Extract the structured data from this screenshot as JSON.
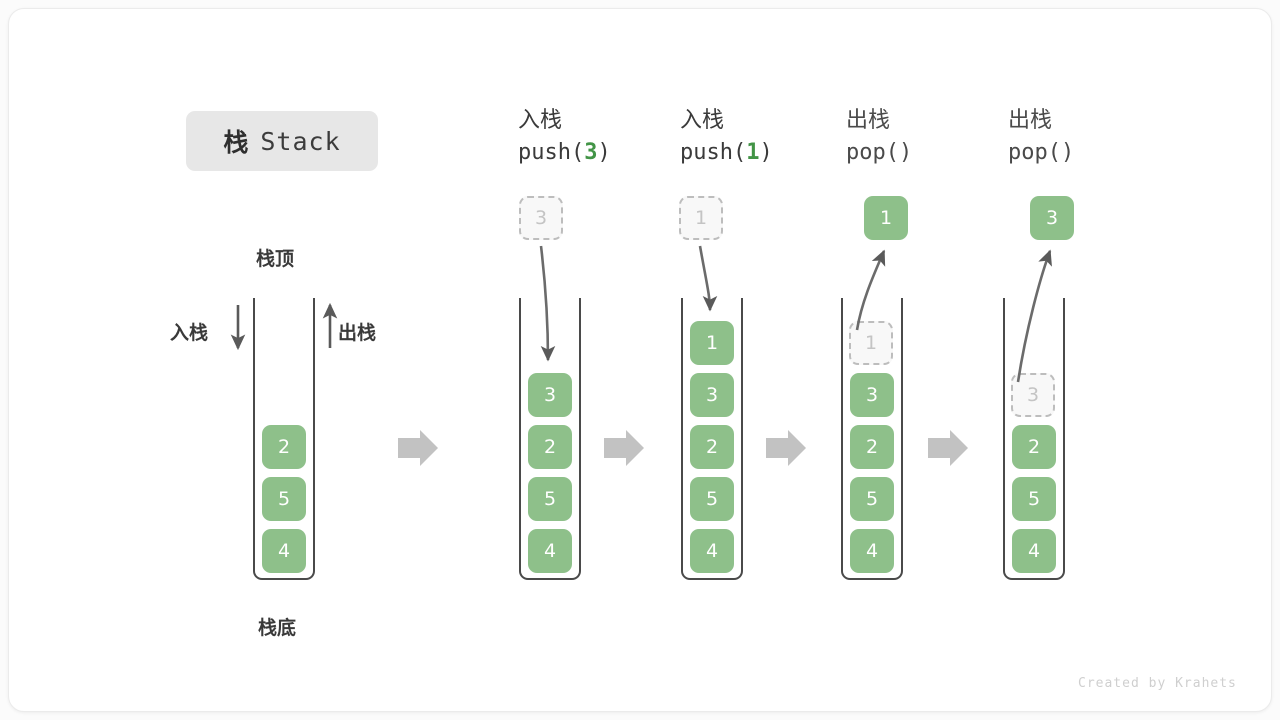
{
  "title": {
    "cn": "栈",
    "en": "Stack"
  },
  "labels": {
    "top": "栈顶",
    "bottom": "栈底",
    "push_side": "入栈",
    "pop_side": "出栈"
  },
  "colors": {
    "element_green": "#8ec08a",
    "accent_green": "#429446",
    "ghost_fill": "#f8f8f8",
    "ghost_border": "#bdbdbd",
    "outline": "#4a4a4a",
    "flow_arrow": "#c2c2c2",
    "badge_bg": "#e7e7e7",
    "watermark": "#cfcfcf"
  },
  "columns": [
    {
      "id": "initial",
      "head_line1": "",
      "head_line2": "",
      "head_arg": "",
      "stack": [
        "2",
        "5",
        "4"
      ],
      "ghost_in_stack": null,
      "floating": null,
      "floating_kind": null
    },
    {
      "id": "push-3",
      "head_line1": "入栈",
      "head_line2_pre": "push(",
      "head_arg": "3",
      "head_line2_post": ")",
      "stack": [
        "3",
        "2",
        "5",
        "4"
      ],
      "ghost_in_stack": null,
      "floating": "3",
      "floating_kind": "ghost"
    },
    {
      "id": "push-1",
      "head_line1": "入栈",
      "head_line2_pre": "push(",
      "head_arg": "1",
      "head_line2_post": ")",
      "stack": [
        "1",
        "3",
        "2",
        "5",
        "4"
      ],
      "ghost_in_stack": null,
      "floating": "1",
      "floating_kind": "ghost"
    },
    {
      "id": "pop-1",
      "head_line1": "出栈",
      "head_line2_pre": "pop(",
      "head_arg": "",
      "head_line2_post": ")",
      "stack": [
        "3",
        "2",
        "5",
        "4"
      ],
      "ghost_in_stack": "1",
      "floating": "1",
      "floating_kind": "filled"
    },
    {
      "id": "pop-2",
      "head_line1": "出栈",
      "head_line2_pre": "pop(",
      "head_arg": "",
      "head_line2_post": ")",
      "stack": [
        "2",
        "5",
        "4"
      ],
      "ghost_in_stack": "3",
      "floating": "3",
      "floating_kind": "filled"
    }
  ],
  "watermark": "Created by Krahets"
}
